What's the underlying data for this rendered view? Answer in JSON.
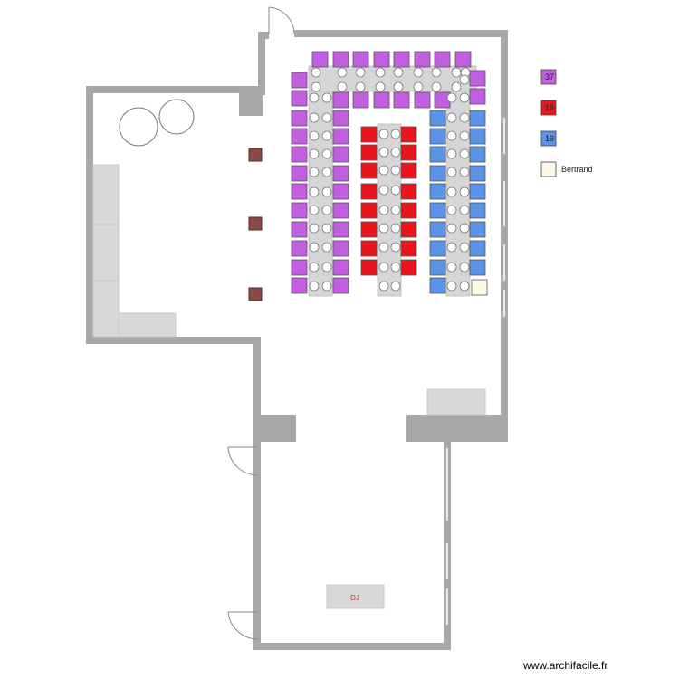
{
  "colors": {
    "wall": "#a8a8a8",
    "table": "#d6d6d6",
    "purple": "#c25fe0",
    "red": "#e8141e",
    "blue": "#5b93e6",
    "cream": "#fcf8e4",
    "column": "#8a4a4a",
    "plate_stroke": "#777777"
  },
  "legend": [
    {
      "label": "37",
      "color_key": "purple"
    },
    {
      "label": "16",
      "color_key": "red"
    },
    {
      "label": "19",
      "color_key": "blue"
    },
    {
      "label": "Bertrand",
      "color_key": "cream"
    }
  ],
  "dj_label": "DJ",
  "watermark": "www.archifacile.fr"
}
